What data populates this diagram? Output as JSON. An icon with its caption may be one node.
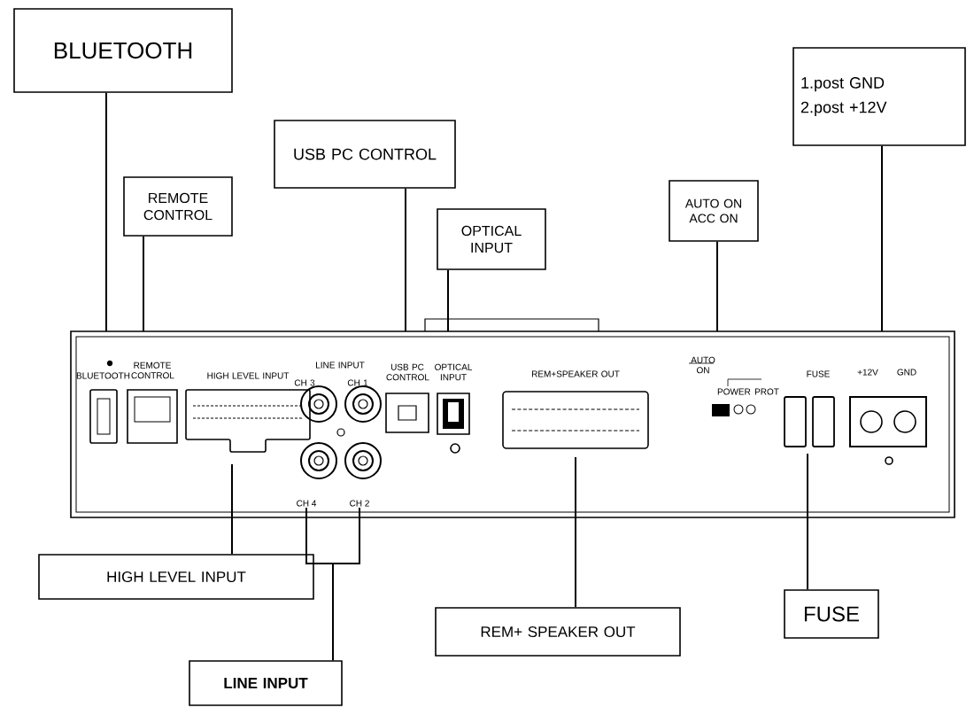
{
  "diagram": {
    "nodes": [
      {
        "text": [
          "BLUETOOTH"
        ]
      },
      {
        "text": [
          "REMOTE CONTROL"
        ]
      },
      {
        "text": [
          "USB PC CONTROL"
        ]
      },
      {
        "text": [
          "OPTICAL INPUT"
        ]
      },
      {
        "text": [
          "AUTO ON ACC ON"
        ]
      },
      {
        "text": [
          "1.post GND",
          "2.post +12V"
        ]
      },
      {
        "text": [
          "HIGH LEVEL INPUT"
        ]
      },
      {
        "text": [
          "LINE INPUT"
        ]
      },
      {
        "text": [
          "REM+ SPEAKER OUT"
        ]
      },
      {
        "text": [
          "FUSE"
        ]
      },
      {
        "text": [
          "CH 4"
        ]
      },
      {
        "text": [
          "CH 2"
        ]
      }
    ],
    "edges": [
      {
        "from": 0,
        "to": null,
        "arrow": "none"
      },
      {
        "from": 1,
        "to": null,
        "arrow": "none"
      },
      {
        "from": 2,
        "to": null,
        "arrow": "none"
      },
      {
        "from": 3,
        "to": null,
        "arrow": "none"
      },
      {
        "from": 4,
        "to": null,
        "arrow": "none"
      },
      {
        "from": 5,
        "to": null,
        "arrow": "none"
      },
      {
        "from": 6,
        "to": null,
        "arrow": "none"
      },
      {
        "from": 7,
        "to": 10,
        "arrow": "none"
      },
      {
        "from": 7,
        "to": 11,
        "arrow": "none"
      },
      {
        "from": 8,
        "to": null,
        "arrow": "none"
      },
      {
        "from": 9,
        "to": null,
        "arrow": "none"
      }
    ],
    "labels": [
      "BLUETOOTH",
      "REMOTE CONTROL",
      "HIGH LEVEL INPUT",
      "LINE INPUT",
      "CH 3",
      "CH 1",
      "USB PC CONTROL",
      "OPTICAL INPUT",
      "REM+SPEAKER OUT",
      "AUTO ON",
      "POWER",
      "PROT",
      "FUSE",
      "+12V",
      "GND"
    ]
  }
}
